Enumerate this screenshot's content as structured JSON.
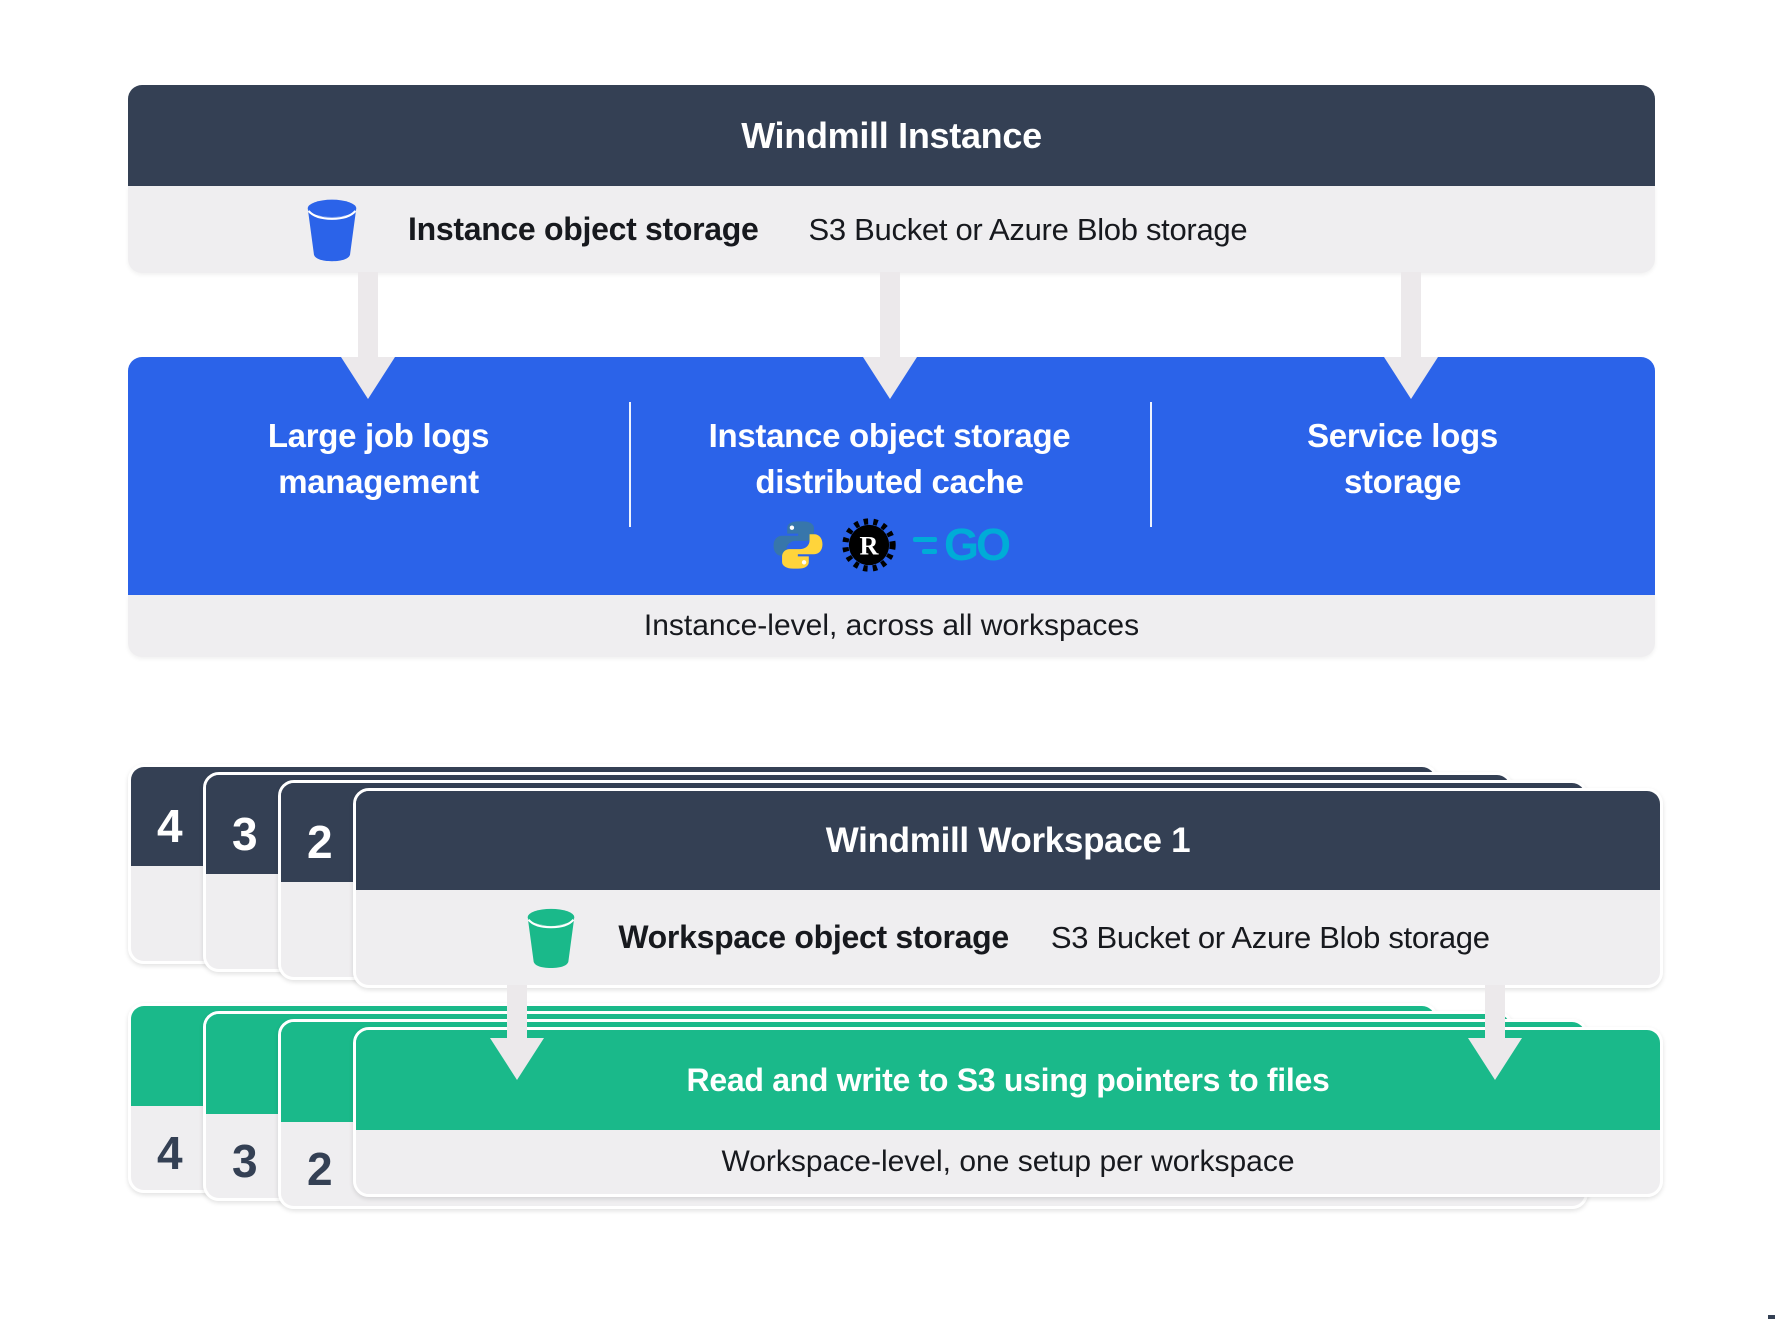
{
  "colors": {
    "navy": "#344054",
    "blue": "#2b63e9",
    "green": "#1ab98a",
    "light_gray": "#efeef0",
    "arrow_gray": "#ece9eb",
    "go_cyan": "#00acd7",
    "python_blue": "#3776ab",
    "python_yellow": "#ffd43b",
    "rust_black": "#000000"
  },
  "instance": {
    "title": "Windmill Instance",
    "storage_row": {
      "icon": "bucket-icon",
      "label": "Instance object storage",
      "sublabel": "S3 Bucket or Azure Blob storage"
    },
    "features": {
      "f1": "Large job logs\nmanagement",
      "f2": "Instance object storage\ndistributed cache",
      "f3": "Service logs\nstorage",
      "f2_icons": [
        "python-icon",
        "rust-icon",
        "go-icon"
      ]
    },
    "footer": "Instance-level, across all workspaces"
  },
  "workspace": {
    "stack_numbers": [
      "4",
      "3",
      "2"
    ],
    "title": "Windmill Workspace 1",
    "storage_row": {
      "icon": "bucket-icon",
      "label": "Workspace object storage",
      "sublabel": "S3 Bucket or Azure Blob storage"
    },
    "action": {
      "title": "Read and write to S3 using pointers to files",
      "footer": "Workspace-level, one setup per workspace",
      "stack_numbers": [
        "4",
        "3",
        "2"
      ]
    }
  },
  "icons": {
    "rust_label": "R",
    "go_label": "GO"
  }
}
